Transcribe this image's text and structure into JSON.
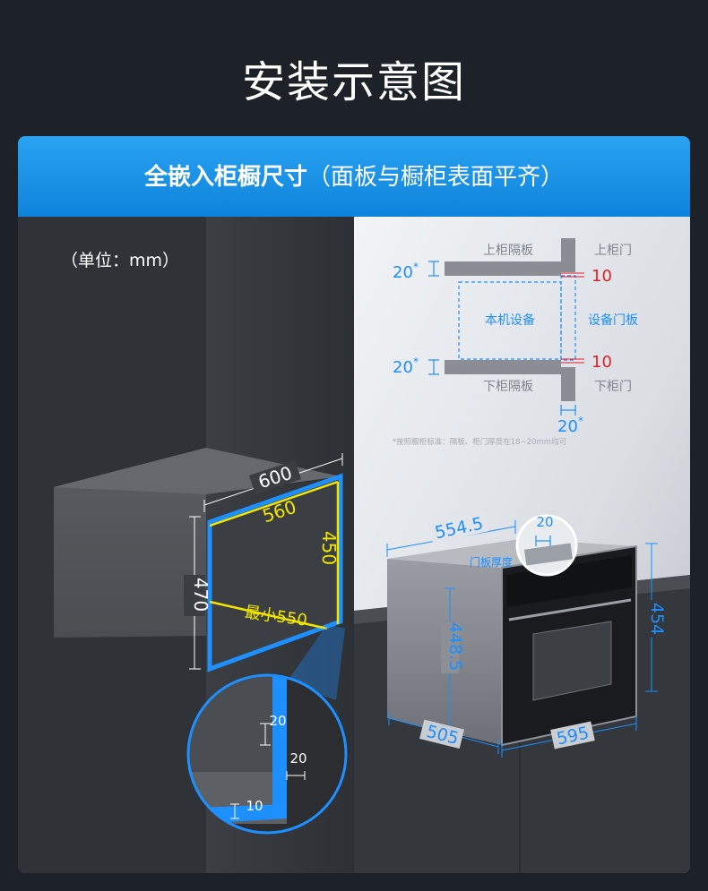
{
  "page_title": "安装示意图",
  "header": {
    "bold": "全嵌入柜橱尺寸",
    "light": "（面板与橱柜表面平齐）"
  },
  "unit_label": "（单位：mm）",
  "inset_diagram": {
    "upper_panel": "上柜隔板",
    "upper_door": "上柜门",
    "device": "本机设备",
    "device_door": "设备门板",
    "lower_panel": "下柜隔板",
    "lower_door": "下柜门",
    "top_gap": "20",
    "bottom_gap": "20",
    "top_door_gap": "10",
    "bottom_door_gap": "10",
    "door_thickness": "20",
    "asterisk": "*",
    "note": "*按照橱柜标准：隔板、柜门厚度在18~20mm均可"
  },
  "cabinet": {
    "width_outer": "600",
    "width_inner": "560",
    "height_outer": "470",
    "height_inner": "450",
    "depth_min": "最小550"
  },
  "oven": {
    "depth_top": "554.5",
    "door_thickness": "20",
    "door_thickness_label": "门板厚度",
    "height_body": "448.5",
    "height_front": "454",
    "depth_bottom": "505",
    "width": "595"
  },
  "zoom": {
    "top": "20",
    "side": "20",
    "bottom": "10"
  },
  "colors": {
    "accent_blue": "#1e8fff",
    "dimension_yellow": "#f2e600",
    "gap_red": "#e0202a",
    "header_blue": "#1593e6",
    "background": "#1d2128"
  }
}
